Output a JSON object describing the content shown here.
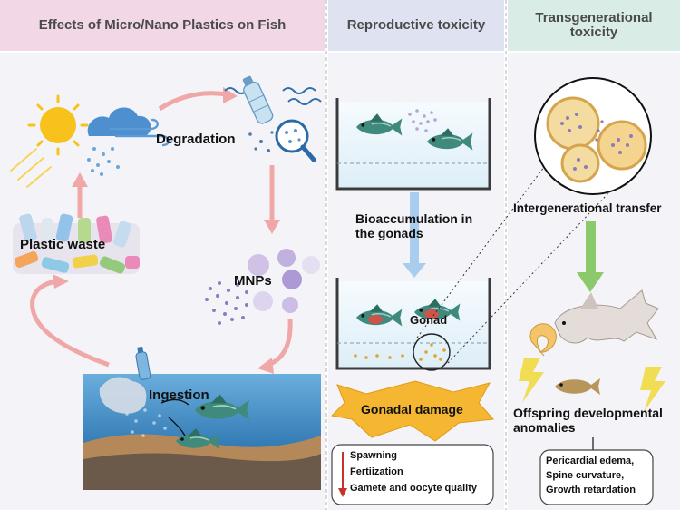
{
  "headers": {
    "effects": "Effects of Micro/Nano Plastics on Fish",
    "reproductive": "Reproductive toxicity",
    "transgenerational": "Transgenerational toxicity"
  },
  "labels": {
    "degradation": "Degradation",
    "plastic_waste": "Plastic waste",
    "mnps": "MNPs",
    "ingestion": "Ingestion",
    "bioaccumulation": "Bioaccumulation in the gonads",
    "gonad": "Gonad",
    "gonadal_damage": "Gonadal damage",
    "intergenerational_transfer": "Intergenerational transfer",
    "offspring_anomalies": "Offspring developmental anomalies"
  },
  "reproductive_effects": [
    "Spawning",
    "Fertiization",
    "Gamete and oocyte quality"
  ],
  "offspring_effects": [
    "Pericardial edema,",
    "Spine curvature,",
    "Growth retardation"
  ],
  "colors": {
    "header_left": "#f2d7e6",
    "header_mid": "#dfe3f1",
    "header_right": "#d9ece6",
    "panel_bg": "#f4f4f8",
    "pink_arrow": "#f0a7a7",
    "blue_arrow": "#a9cdee",
    "green_arrow": "#8cc96b",
    "burst": "#f5b731",
    "fish": "#3f8a7c",
    "water": "#4c92c9",
    "sediment": "#b5885a"
  }
}
